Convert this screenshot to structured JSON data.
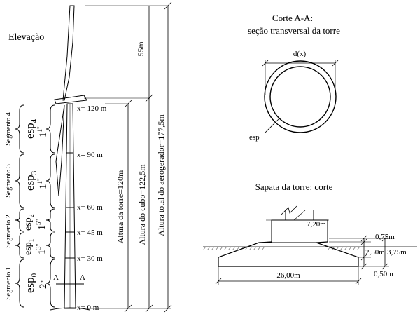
{
  "elevation": {
    "title": "Elevação",
    "height_blade": "55m",
    "heights_total": "Altura total do aerogerador=177,5m",
    "height_hub": "Altura do cubo=122,5m",
    "height_tower": "Altura da torre=120m",
    "positions": [
      "x= 120 m",
      "x= 90 m",
      "x= 60 m",
      "x= 45 m",
      "x= 30 m",
      "x= 0 m"
    ],
    "section_marker": "A",
    "segments": [
      {
        "label": "Segmento 4",
        "esp": "esp",
        "sub": "4",
        "thickness_whole": "1",
        "thickness_num": "1",
        "thickness_den": "4",
        "thickness_unit": "\""
      },
      {
        "label": "Segmento 3",
        "esp": "esp",
        "sub": "3",
        "thickness_whole": "1",
        "thickness_num": "1",
        "thickness_den": "2",
        "thickness_unit": "\""
      },
      {
        "label": "Segmento 2",
        "esp": "esp",
        "sub": "2",
        "thickness_whole": "1",
        "thickness_num": "5",
        "thickness_den": "8",
        "thickness_unit": "\""
      },
      {
        "label": "",
        "esp": "esp",
        "sub": "1",
        "thickness_whole": "1",
        "thickness_num": "3",
        "thickness_den": "4",
        "thickness_unit": "\""
      },
      {
        "label": "Segmento 1",
        "esp": "esp",
        "sub": "0",
        "thickness_whole": "2",
        "thickness_num": "",
        "thickness_den": "",
        "thickness_unit": "\""
      }
    ],
    "segment_label_mid": "Segmento 2"
  },
  "cross_section": {
    "title_line1": "Corte A-A:",
    "title_line2": "seção transversal da torre",
    "diameter": "d(x)",
    "thickness": "esp"
  },
  "foundation": {
    "title": "Sapata da torre: corte",
    "pedestal_width": "7,20m",
    "top_height": "0,75m",
    "mid_height": "2,50m",
    "bottom_height": "0,50m",
    "total_height": "3,75m",
    "base_width": "26,00m"
  }
}
